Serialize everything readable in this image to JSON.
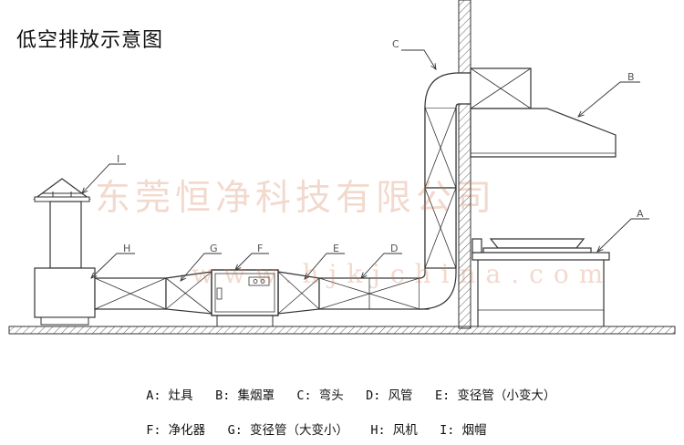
{
  "title": "低空排放示意图",
  "labels": {
    "A": "A",
    "B": "B",
    "C": "C",
    "D": "D",
    "E": "E",
    "F": "F",
    "G": "G",
    "H": "H",
    "I": "I"
  },
  "legend": {
    "row1": [
      {
        "key": "A:",
        "text": "灶具"
      },
      {
        "key": "B:",
        "text": "集烟罩"
      },
      {
        "key": "C:",
        "text": "弯头"
      },
      {
        "key": "D:",
        "text": "风管"
      },
      {
        "key": "E:",
        "text": "变径管（小变大）"
      }
    ],
    "row2": [
      {
        "key": "F:",
        "text": "净化器"
      },
      {
        "key": "G:",
        "text": "变径管（大变小）"
      },
      {
        "key": "H:",
        "text": "风机"
      },
      {
        "key": "I:",
        "text": "烟帽"
      }
    ]
  },
  "watermark": {
    "company": "东莞恒净科技有限公司",
    "url": "www.hjkjchina.com"
  }
}
